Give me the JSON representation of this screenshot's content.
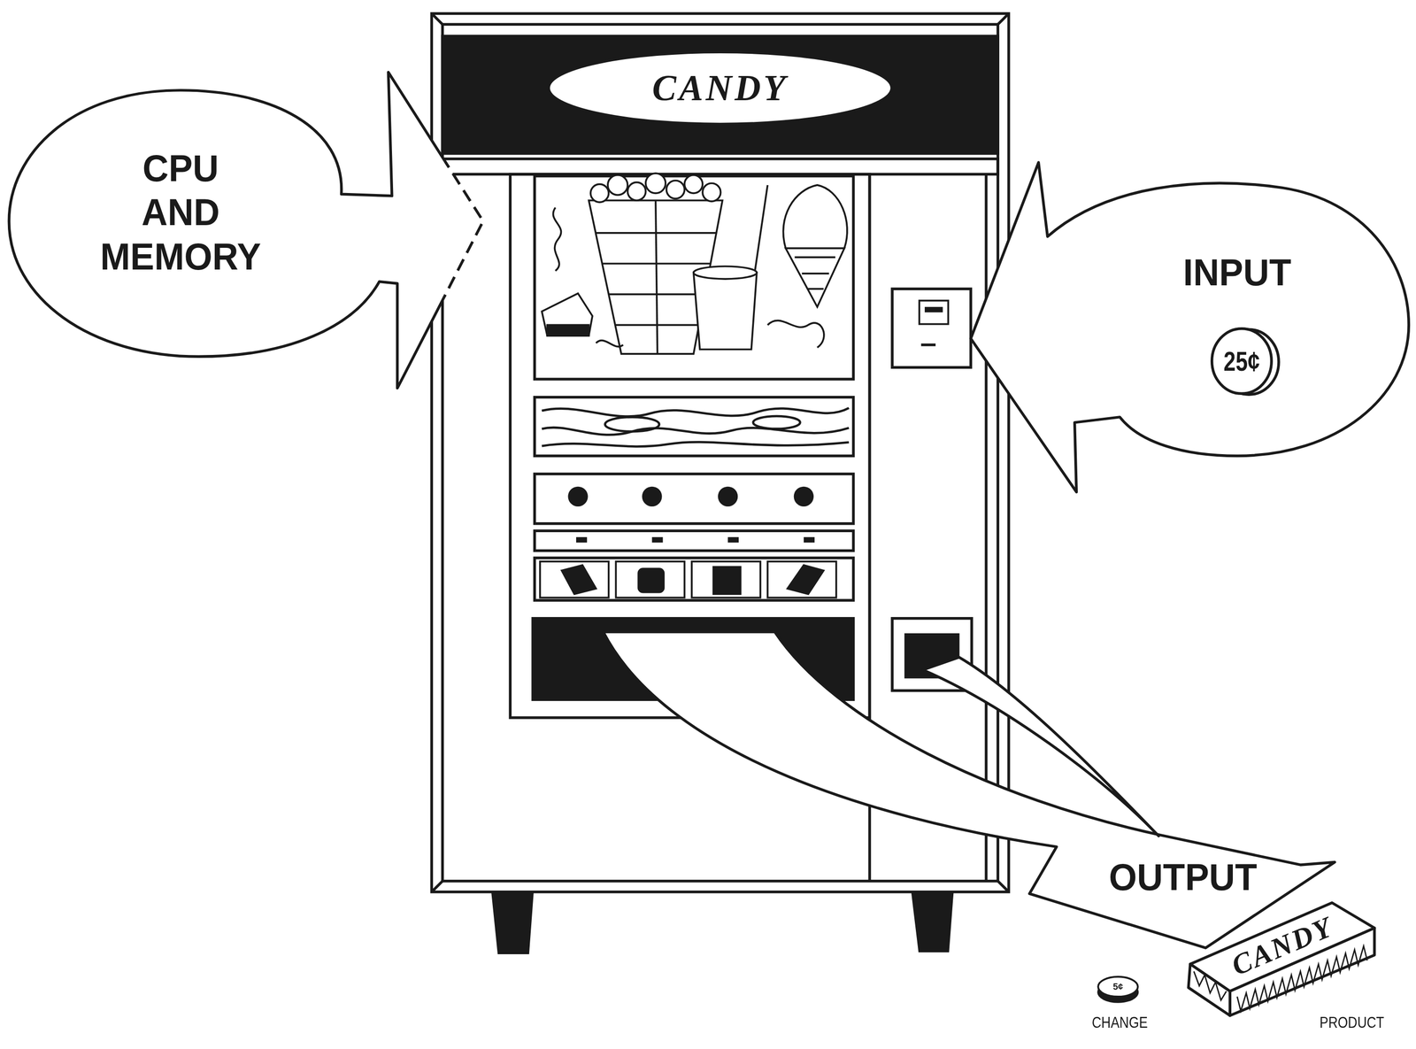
{
  "diagram": {
    "nodes": [
      {
        "text": [
          "CANDY"
        ]
      },
      {
        "text": [
          "CPU AND MEMORY"
        ]
      },
      {
        "text": [
          "INPUT"
        ]
      },
      {
        "text": [
          "25¢"
        ],
        "in": 2
      },
      {
        "text": [
          "OUTPUT"
        ]
      },
      {
        "text": [
          "5¢"
        ]
      },
      {
        "text": [
          "CANDY"
        ]
      }
    ],
    "labels": [
      "CHANGE",
      "PRODUCT"
    ]
  }
}
